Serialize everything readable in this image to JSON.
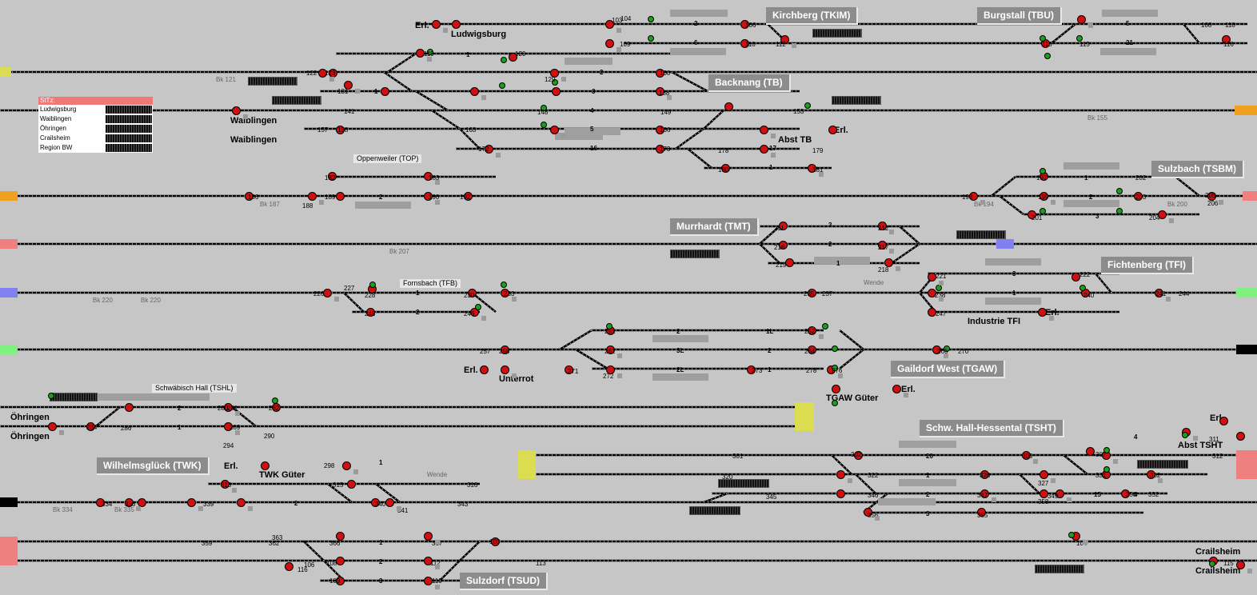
{
  "stations": [
    {
      "id": "tkim",
      "label": "Kirchberg (TKIM)"
    },
    {
      "id": "tbu",
      "label": "Burgstall (TBU)"
    },
    {
      "id": "tb",
      "label": "Backnang (TB)"
    },
    {
      "id": "tsbm",
      "label": "Sulzbach (TSBM)"
    },
    {
      "id": "tmt",
      "label": "Murrhardt (TMT)"
    },
    {
      "id": "tfi",
      "label": "Fichtenberg (TFI)"
    },
    {
      "id": "tgaw",
      "label": "Gaildorf West (TGAW)"
    },
    {
      "id": "tsht",
      "label": "Schw. Hall-Hessental (TSHT)"
    },
    {
      "id": "twk",
      "label": "Wilhelmsglück (TWK)"
    },
    {
      "id": "tsud",
      "label": "Sulzdorf (TSUD)"
    }
  ],
  "minor_stations": {
    "top": "Oppenweiler (TOP)",
    "tfb": "Fornsbach (TFB)",
    "tshl": "Schwäbisch Hall (TSHL)"
  },
  "labels": {
    "erl_1": "Erl.",
    "ludwigsburg": "Ludwigsburg",
    "waiblingen_1": "Waiblingen",
    "waiblingen_2": "Waiblingen",
    "erl_2": "Erl.",
    "abst_tb": "Abst TB",
    "erl_3": "Erl.",
    "industrie_tfi": "Industrie TFI",
    "erl_4": "Erl.",
    "unterrot": "Unterrot",
    "erl_5": "Erl.",
    "tgaw_gueter": "TGAW Güter",
    "oehringen_1": "Öhringen",
    "oehringen_2": "Öhringen",
    "erl_6": "Erl.",
    "twk_gueter": "TWK Güter",
    "erl_7": "Erl.",
    "abst_tsht": "Abst TSHT",
    "crailsheim_1": "Crailsheim",
    "crailsheim_2": "Crailsheim"
  },
  "wende": [
    "Wende",
    "Wende"
  ],
  "stoerung": {
    "title": "StTz:",
    "rows": [
      "Ludwigsburg",
      "Waiblingen",
      "Öhringen",
      "Crailsheim",
      "Region BW"
    ]
  },
  "block_names": [
    "Bk 121",
    "Bk 155",
    "Bk 187",
    "Bk 194",
    "Bk 200",
    "Bk 207",
    "Bk 220",
    "Bk 220",
    "Bk 334",
    "Bk 335"
  ],
  "track_numbers": [
    "103",
    "104",
    "106",
    "108",
    "109",
    "110",
    "112",
    "113",
    "115",
    "116",
    "118",
    "119",
    "120",
    "122",
    "123",
    "129",
    "130",
    "131",
    "138",
    "141",
    "148",
    "149",
    "153",
    "157",
    "158",
    "163",
    "166",
    "172",
    "173",
    "178",
    "179",
    "180",
    "181",
    "182",
    "183",
    "186",
    "188",
    "189",
    "190",
    "192",
    "193",
    "197",
    "199",
    "201",
    "202",
    "203",
    "204",
    "205",
    "206",
    "211",
    "212",
    "216",
    "217",
    "218",
    "219",
    "221",
    "222",
    "226",
    "227",
    "228",
    "230",
    "233",
    "235",
    "237",
    "238",
    "240",
    "241",
    "244",
    "245",
    "246",
    "247",
    "251",
    "252",
    "257",
    "258",
    "261",
    "264",
    "266",
    "270",
    "271",
    "272",
    "273",
    "276",
    "278",
    "280",
    "281",
    "282",
    "284",
    "286",
    "289",
    "290",
    "294",
    "298",
    "301",
    "302",
    "306",
    "307",
    "311",
    "312",
    "313",
    "315",
    "316",
    "320",
    "322",
    "326",
    "327",
    "331",
    "332",
    "334",
    "336",
    "339",
    "340",
    "341",
    "343",
    "345",
    "346",
    "347",
    "349",
    "350",
    "352",
    "355",
    "356",
    "358",
    "359",
    "362",
    "363",
    "366",
    "367"
  ],
  "platform_numbers": [
    "1",
    "2",
    "6",
    "5",
    "21",
    "1",
    "2",
    "3",
    "4",
    "5",
    "16",
    "17",
    "1",
    "2",
    "1",
    "2",
    "3",
    "3",
    "2",
    "1",
    "1",
    "2",
    "3",
    "1",
    "2",
    "3L",
    "2L",
    "1L",
    "2",
    "1",
    "2",
    "1",
    "1",
    "2",
    "20",
    "1",
    "2",
    "3",
    "4",
    "15",
    "1",
    "2",
    "3",
    "4"
  ],
  "colors": {
    "background": "#c6c6c6",
    "track": "#000000",
    "signal_red": "#d01010",
    "signal_green": "#1aa01a",
    "station_label_bg": "#8c8c8c",
    "entry_yellow": "#dcdc50",
    "entry_orange": "#f0a020",
    "entry_pink": "#f08080",
    "entry_blue": "#8080f0",
    "entry_green": "#80f080",
    "entry_black": "#000000"
  }
}
